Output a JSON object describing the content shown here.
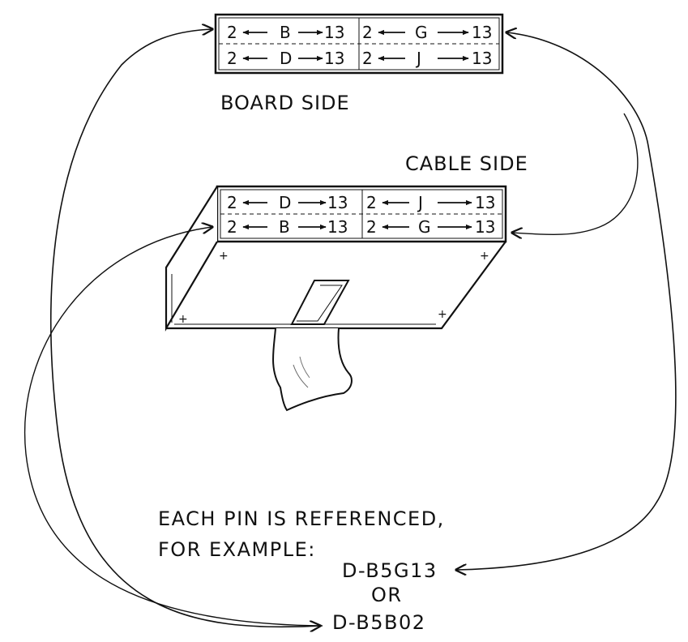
{
  "board_side": {
    "label": "BOARD SIDE",
    "rows": [
      {
        "left": {
          "start": "2",
          "letter": "B",
          "end": "13"
        },
        "right": {
          "start": "2",
          "letter": "G",
          "end": "13"
        }
      },
      {
        "left": {
          "start": "2",
          "letter": "D",
          "end": "13"
        },
        "right": {
          "start": "2",
          "letter": "J",
          "end": "13"
        }
      }
    ]
  },
  "cable_side": {
    "label": "CABLE SIDE",
    "rows": [
      {
        "left": {
          "start": "2",
          "letter": "D",
          "end": "13"
        },
        "right": {
          "start": "2",
          "letter": "J",
          "end": "13"
        }
      },
      {
        "left": {
          "start": "2",
          "letter": "B",
          "end": "13"
        },
        "right": {
          "start": "2",
          "letter": "G",
          "end": "13"
        }
      }
    ]
  },
  "caption": {
    "line1": "EACH PIN IS REFERENCED,",
    "line2": "FOR EXAMPLE:"
  },
  "examples": {
    "first": "D-B5G13",
    "or": "OR",
    "second": "D-B5B02"
  }
}
